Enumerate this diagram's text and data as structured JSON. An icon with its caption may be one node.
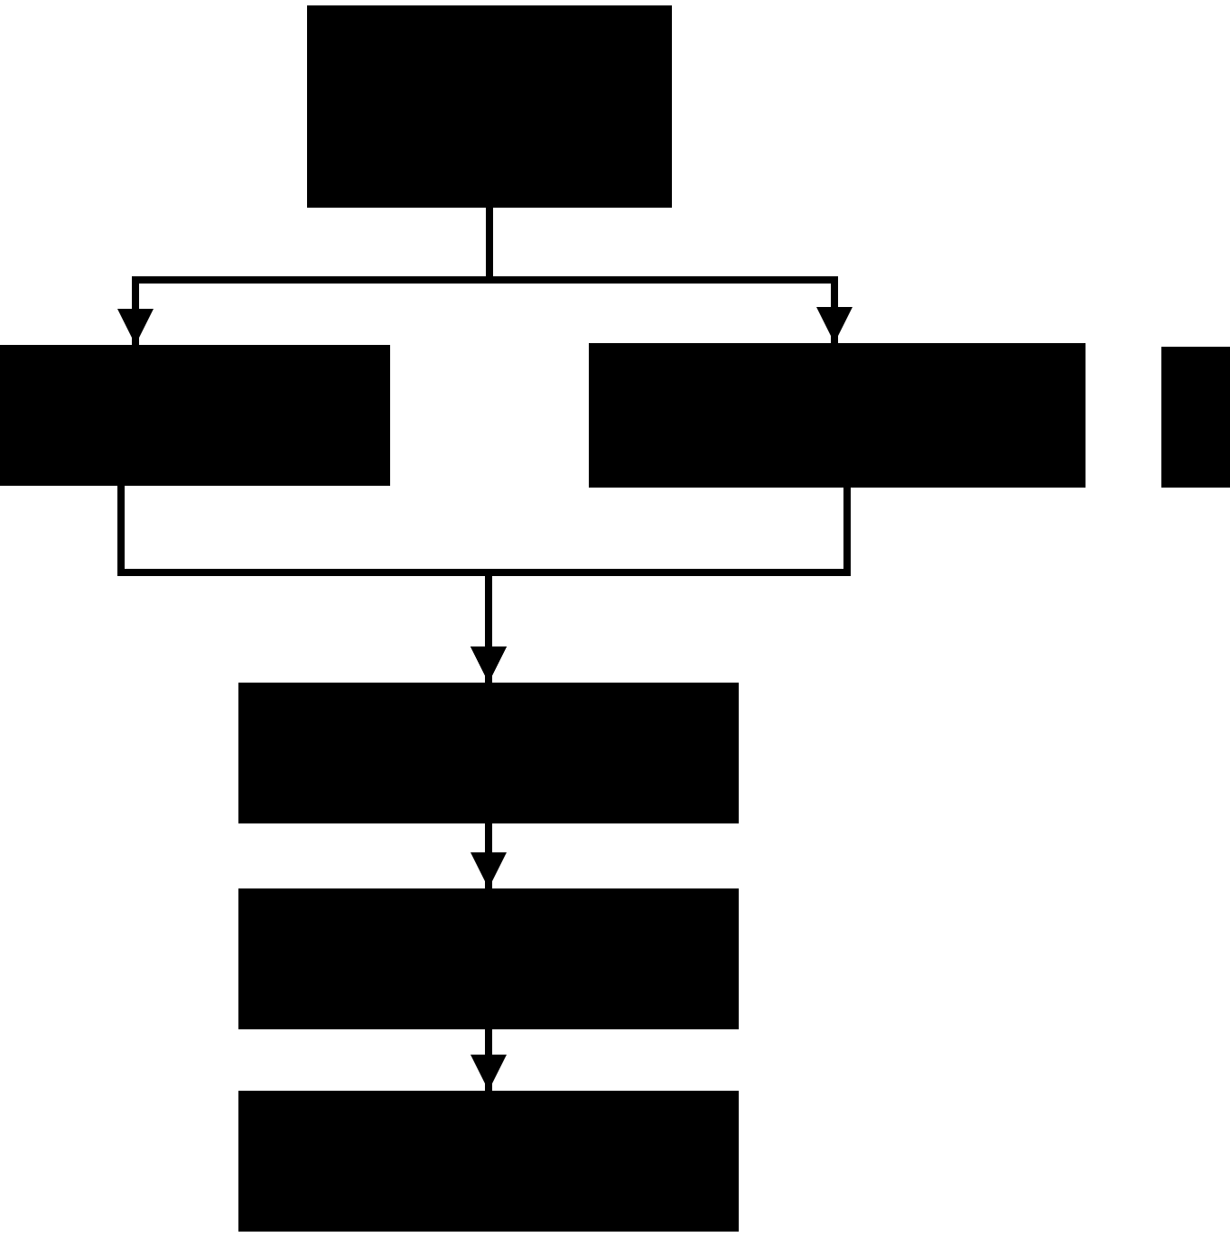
{
  "diagram": {
    "nodes": [
      {
        "text": [],
        "shape": "box"
      },
      {
        "text": [],
        "shape": "box"
      },
      {
        "text": [],
        "shape": "box"
      },
      {
        "text": [],
        "shape": "box"
      },
      {
        "text": [],
        "shape": "box"
      },
      {
        "text": [],
        "shape": "box"
      },
      {
        "text": [],
        "shape": "box"
      }
    ],
    "edges": [
      {
        "from": 0,
        "to": 1,
        "arrow": "to"
      },
      {
        "from": 0,
        "to": 2,
        "arrow": "to"
      },
      {
        "from": 1,
        "to": 4,
        "arrow": "to"
      },
      {
        "from": 2,
        "to": 4,
        "arrow": "to"
      },
      {
        "from": 4,
        "to": 5,
        "arrow": "to"
      },
      {
        "from": 5,
        "to": 6,
        "arrow": "to"
      }
    ]
  }
}
